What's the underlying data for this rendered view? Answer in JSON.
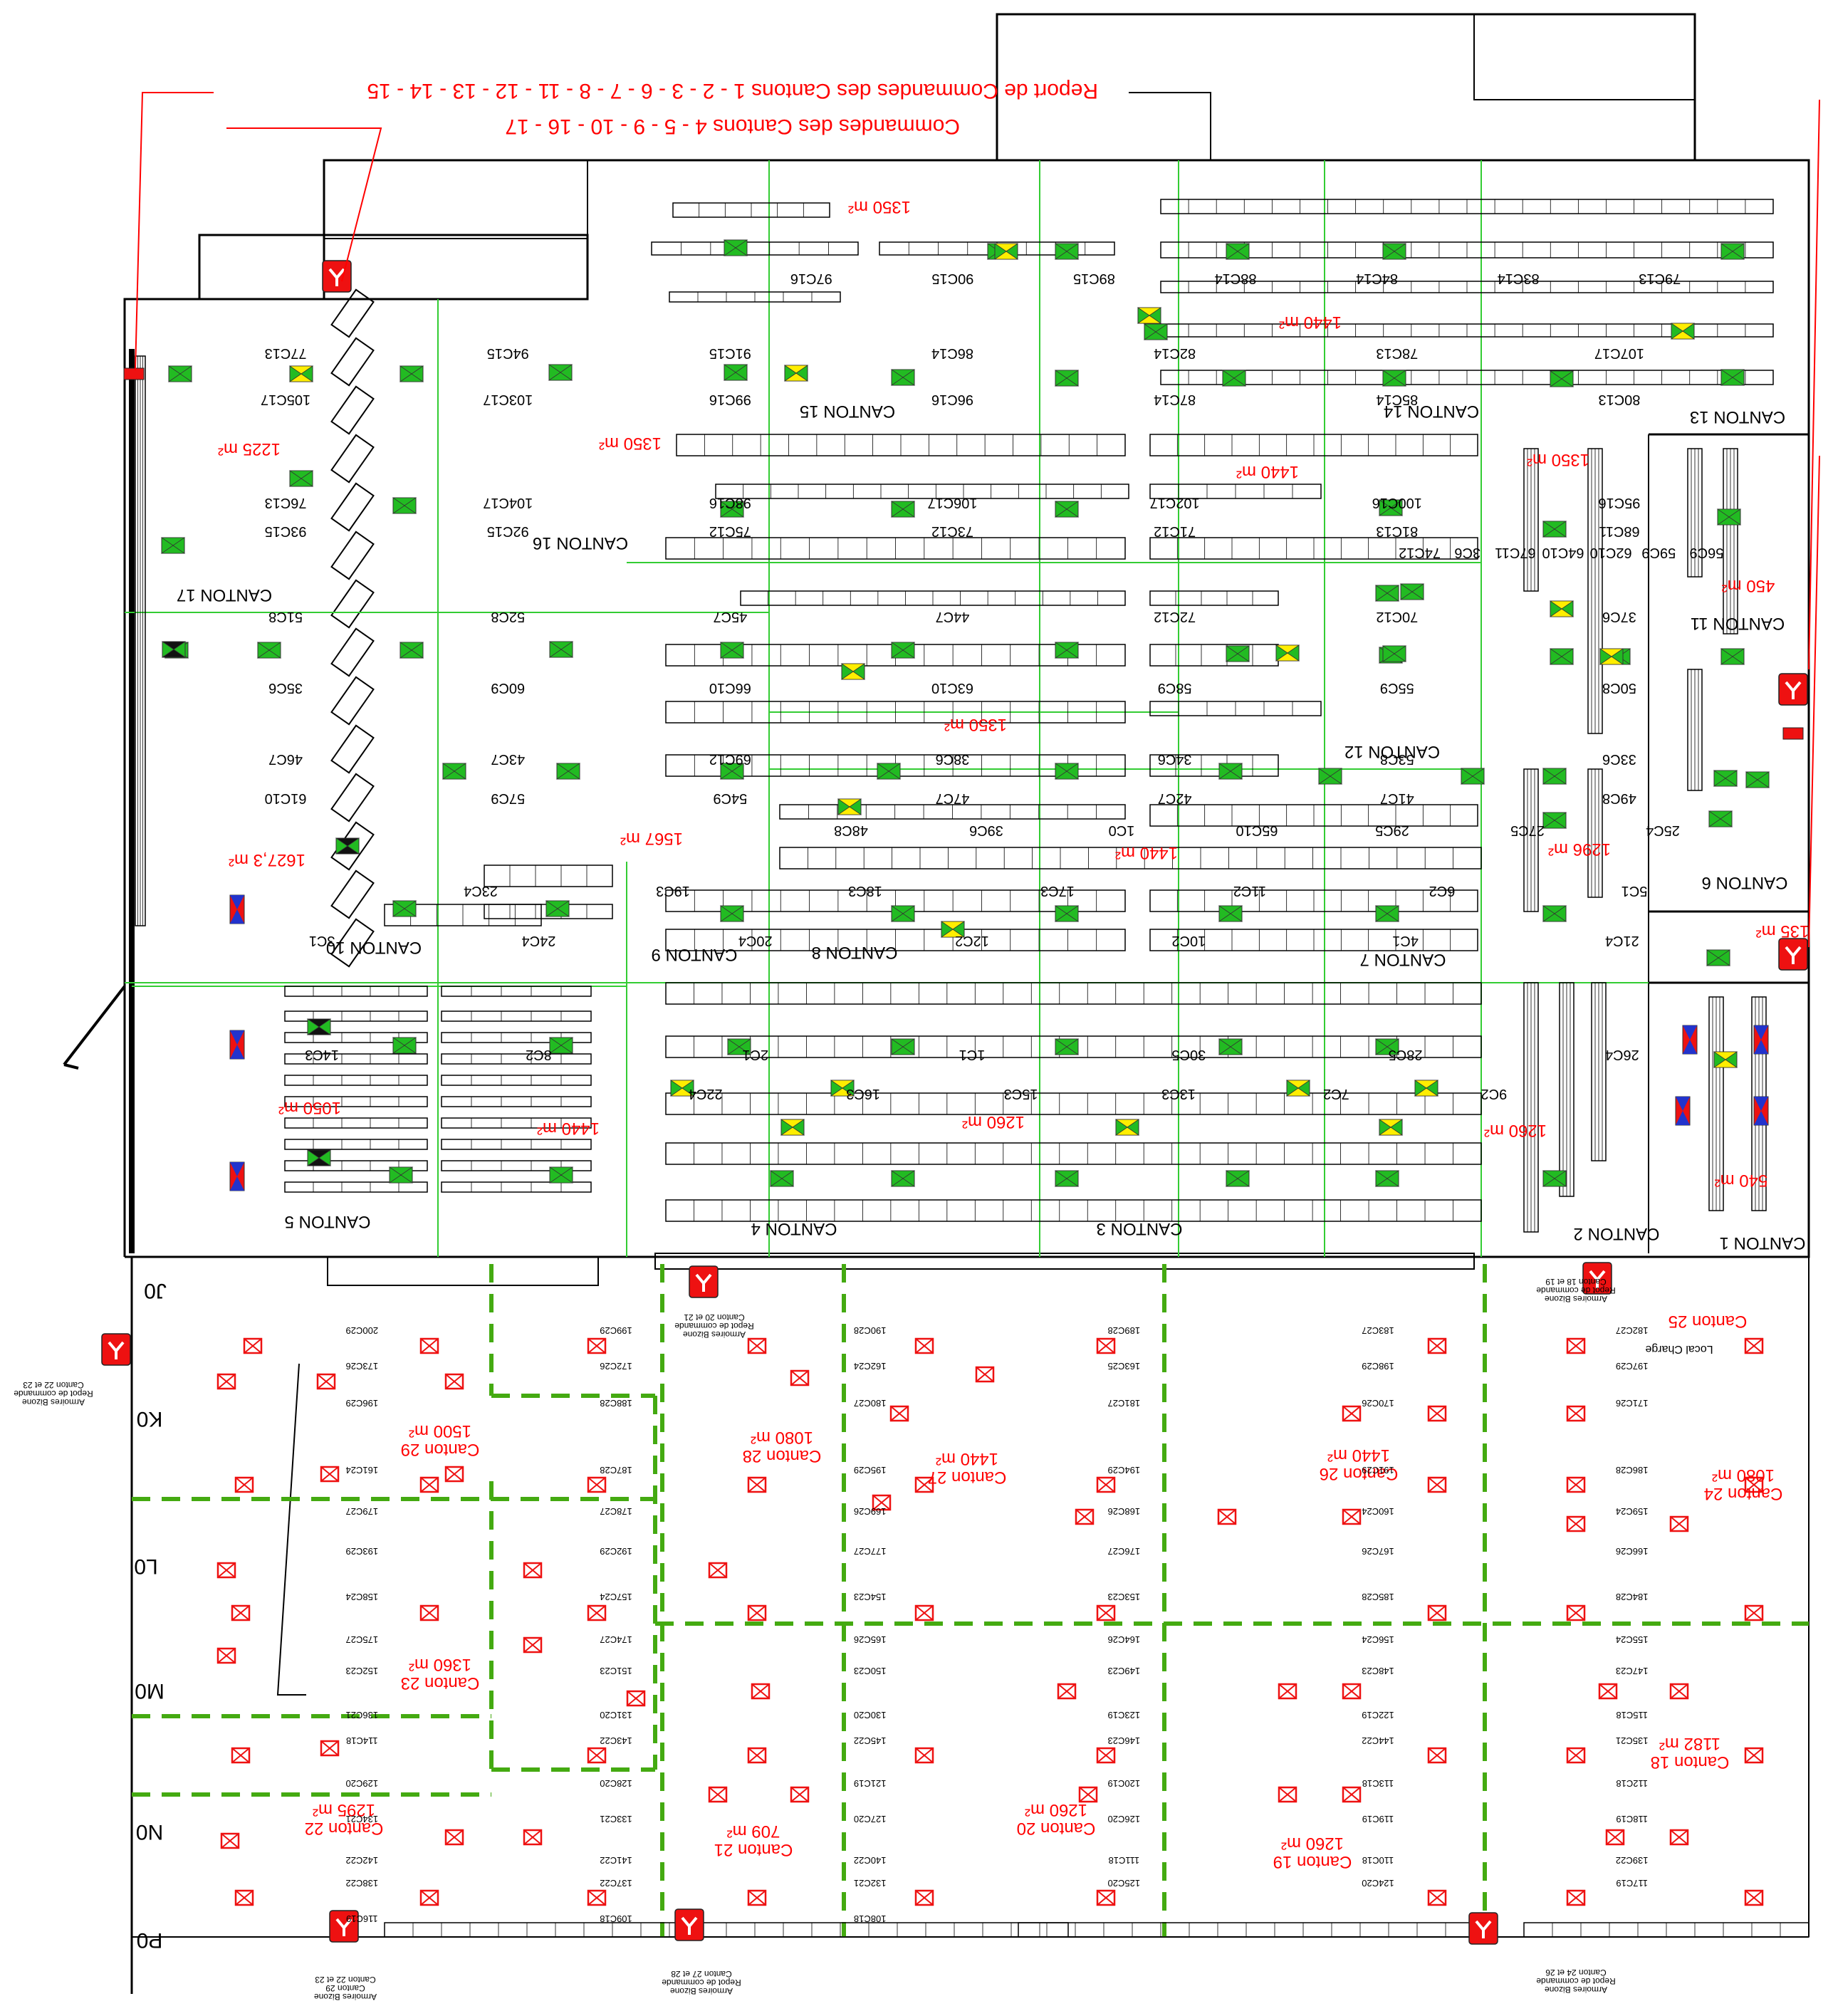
{
  "colors": {
    "wall": "#000000",
    "annotation": "#ff0000",
    "zone_line": "#33cc33",
    "zone_dash": "#44aa11",
    "marker_green": "#22bb22",
    "marker_yellow": "#ffee00",
    "marker_red": "#ee1111",
    "marker_blue": "#2233cc"
  },
  "header": {
    "report_note": "Report de Commandes des Cantons 1 - 2 - 3 - 6 - 7 - 8 - 11 - 12 - 13 - 14 - 15",
    "command_note": "Commandes des Cantons 4 - 5 - 9 - 10 - 16 - 17"
  },
  "cantons": [
    {
      "label": "CANTON 1"
    },
    {
      "label": "CANTON 2"
    },
    {
      "label": "CANTON 3"
    },
    {
      "label": "CANTON 4"
    },
    {
      "label": "CANTON 5"
    },
    {
      "label": "CANTON 6"
    },
    {
      "label": "CANTON 7"
    },
    {
      "label": "CANTON 8"
    },
    {
      "label": "CANTON 9"
    },
    {
      "label": "CANTON 10"
    },
    {
      "label": "CANTON 11"
    },
    {
      "label": "CANTON 12"
    },
    {
      "label": "CANTON 13"
    },
    {
      "label": "CANTON 14"
    },
    {
      "label": "CANTON 15"
    },
    {
      "label": "CANTON 16"
    },
    {
      "label": "CANTON 17"
    }
  ],
  "lower_cantons": [
    {
      "name": "Canton 18",
      "area": "1182 m²"
    },
    {
      "name": "Canton 19",
      "area": "1260 m²"
    },
    {
      "name": "Canton 20",
      "area": "1260 m²"
    },
    {
      "name": "Canton 21",
      "area": "709 m²"
    },
    {
      "name": "Canton 22",
      "area": "1295 m²"
    },
    {
      "name": "Canton 23",
      "area": "1360 m²"
    },
    {
      "name": "Canton 24",
      "area": "1080 m²"
    },
    {
      "name": "Canton 25",
      "area": ""
    },
    {
      "name": "Canton 26",
      "area": "1440 m²"
    },
    {
      "name": "Canton 27",
      "area": "1440 m²"
    },
    {
      "name": "Canton 28",
      "area": "1080 m²"
    },
    {
      "name": "Canton 29",
      "area": "1500 m²"
    }
  ],
  "areas": [
    "1350 m²",
    "1440 m²",
    "1225 m²",
    "1350 m²",
    "1440 m²",
    "1350 m²",
    "450 m²",
    "1350 m²",
    "1296 m²",
    "1627,3 m²",
    "1567 m²",
    "1440 m²",
    "135 m²",
    "1050 m²",
    "1440 m²",
    "1260 m²",
    "1260 m²",
    "540 m²"
  ],
  "row_labels": [
    "J0",
    "K0",
    "L0",
    "M0",
    "N0",
    "P0"
  ],
  "cell_labels": [
    "97C16",
    "90C15",
    "89C15",
    "88C14",
    "84C14",
    "83C14",
    "79C13",
    "77C13",
    "94C15",
    "91C15",
    "86C14",
    "82C14",
    "78C13",
    "107C17",
    "105C17",
    "103C17",
    "99C16",
    "96C16",
    "87C14",
    "85C14",
    "80C13",
    "76C13",
    "104C17",
    "98C16",
    "106C17",
    "102C17",
    "100C16",
    "95C16",
    "93C15",
    "92C15",
    "75C12",
    "73C12",
    "71C12",
    "81C13",
    "68C11",
    "74C12",
    "3C6",
    "67C11",
    "64C10",
    "62C10",
    "59C9",
    "56C9",
    "51C8",
    "52C8",
    "45C7",
    "44C7",
    "72C12",
    "70C12",
    "37C6",
    "35C6",
    "60C9",
    "66C10",
    "63C10",
    "58C9",
    "55C9",
    "50C8",
    "46C7",
    "43C7",
    "69C12",
    "38C6",
    "34C6",
    "53C8",
    "33C6",
    "61C10",
    "57C9",
    "54C9",
    "47C7",
    "42C7",
    "41C7",
    "49C8",
    "48C8",
    "39C6",
    "1C0",
    "65C10",
    "29C5",
    "27C5",
    "25C4",
    "23C4",
    "19C3",
    "18C3",
    "17C3",
    "11C2",
    "6C2",
    "5C1",
    "3C1",
    "24C4",
    "20C4",
    "12C2",
    "10C2",
    "4C1",
    "21C4",
    "14C3",
    "8C2",
    "2C1",
    "1C1",
    "30C5",
    "28C5",
    "26C4",
    "22C4",
    "16C3",
    "15C3",
    "13C3",
    "7C2",
    "9C2"
  ],
  "wing_labels": [
    "200C29",
    "199C29",
    "190C28",
    "189C28",
    "183C27",
    "182C27",
    "173C26",
    "172C26",
    "162C24",
    "163C25",
    "198C29",
    "197C29",
    "196C29",
    "188C28",
    "180C27",
    "181C27",
    "170C26",
    "171C26",
    "161C24",
    "187C28",
    "195C29",
    "194C29",
    "191C29",
    "186C28",
    "179C27",
    "178C27",
    "169C26",
    "168C26",
    "160C24",
    "159C24",
    "193C29",
    "192C29",
    "177C27",
    "176C27",
    "167C26",
    "166C26",
    "158C24",
    "157C24",
    "154C23",
    "153C23",
    "185C28",
    "184C28",
    "175C27",
    "174C27",
    "165C26",
    "164C26",
    "156C24",
    "155C24",
    "152C23",
    "151C23",
    "150C23",
    "149C23",
    "148C23",
    "147C23",
    "136C21",
    "131C20",
    "130C20",
    "123C19",
    "122C19",
    "115C18",
    "114C18",
    "143C22",
    "145C22",
    "146C23",
    "144C22",
    "135C21",
    "129C20",
    "128C20",
    "121C19",
    "120C19",
    "113C18",
    "112C18",
    "134C21",
    "133C21",
    "127C20",
    "126C20",
    "119C19",
    "118C19",
    "142C22",
    "141C22",
    "140C22",
    "111C18",
    "110C18",
    "139C22",
    "138C22",
    "137C22",
    "132C21",
    "125C20",
    "124C20",
    "117C19",
    "116C19",
    "109C18",
    "108C18"
  ],
  "cabinets": [
    {
      "text": "Armoires Bizone\nRepot de commande\nCanton 22 et 23"
    },
    {
      "text": "Armoires Bizone\nRepot de commande\nCanton 20 et 21"
    },
    {
      "text": "Armoires Bizone\nRepot de commande\nCanton 27 et 28"
    },
    {
      "text": "Armoires Bizone\nRepot de commande\nCanton 24 et 26"
    },
    {
      "text": "Armoires Bizone\nRepot de commande\nCanton 18 et 19"
    },
    {
      "text": "Armoires Bizone\nCanton 29\nCanton 22 et 23"
    }
  ],
  "misc": {
    "local_charge": "Local Charge"
  }
}
